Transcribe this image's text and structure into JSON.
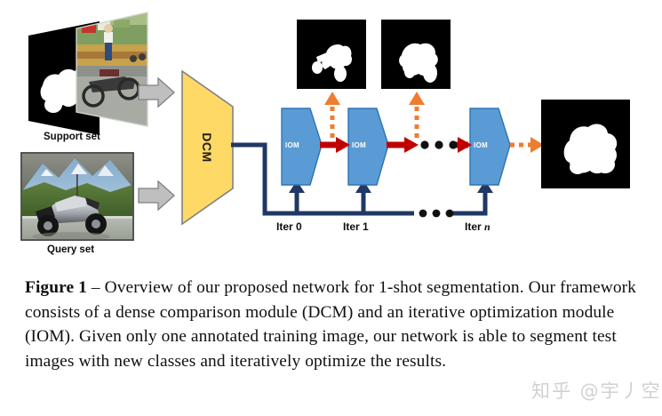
{
  "figure": {
    "caption_label": "Figure 1",
    "caption_dash": " – ",
    "caption_body": "Overview of our proposed network for 1-shot segmentation. Our framework consists of a dense comparison module (DCM) and an iterative optimization module (IOM). Given only one annotated training image, our network is able to segment test images with new classes and iteratively optimize the results."
  },
  "watermark": {
    "text": "知乎 @宇丿空"
  },
  "diagram": {
    "inputs": [
      {
        "label": "Support set",
        "kind": "stacked-mask-and-photo"
      },
      {
        "label": "Query set",
        "kind": "photo"
      }
    ],
    "modules": {
      "dcm": {
        "label": "DCM",
        "fill": "#FFD966",
        "stroke": "#808080"
      },
      "iom": {
        "label": "IOM",
        "fill": "#5B9BD5",
        "stroke": "#2E74B5"
      }
    },
    "iom_blocks": [
      {
        "label": "IOM",
        "iter_label_prefix": "Iter ",
        "iter_label_value": "0"
      },
      {
        "label": "IOM",
        "iter_label_prefix": "Iter ",
        "iter_label_value": "1"
      },
      {
        "label": "IOM",
        "iter_label_prefix": "Iter ",
        "iter_label_value": "n",
        "italic": true
      }
    ],
    "intermediate_masks": [
      {
        "name": "mask-iter-0",
        "desc": "coarse motorcycle segmentation mask"
      },
      {
        "name": "mask-iter-1",
        "desc": "refined motorcycle segmentation mask"
      }
    ],
    "final_mask": {
      "name": "mask-final",
      "desc": "final motorcycle segmentation mask"
    },
    "ellipsis": {
      "dots": 3
    },
    "colors": {
      "input_arrow_fill": "#BFBFBF",
      "input_arrow_stroke": "#808080",
      "flow_arrow_red": "#C00000",
      "flow_arrow_orange": "#ED7D31",
      "connector_navy": "#1F3864",
      "mask_background": "#000000",
      "mask_foreground": "#FFFFFF",
      "caption_text": "#101010"
    }
  }
}
